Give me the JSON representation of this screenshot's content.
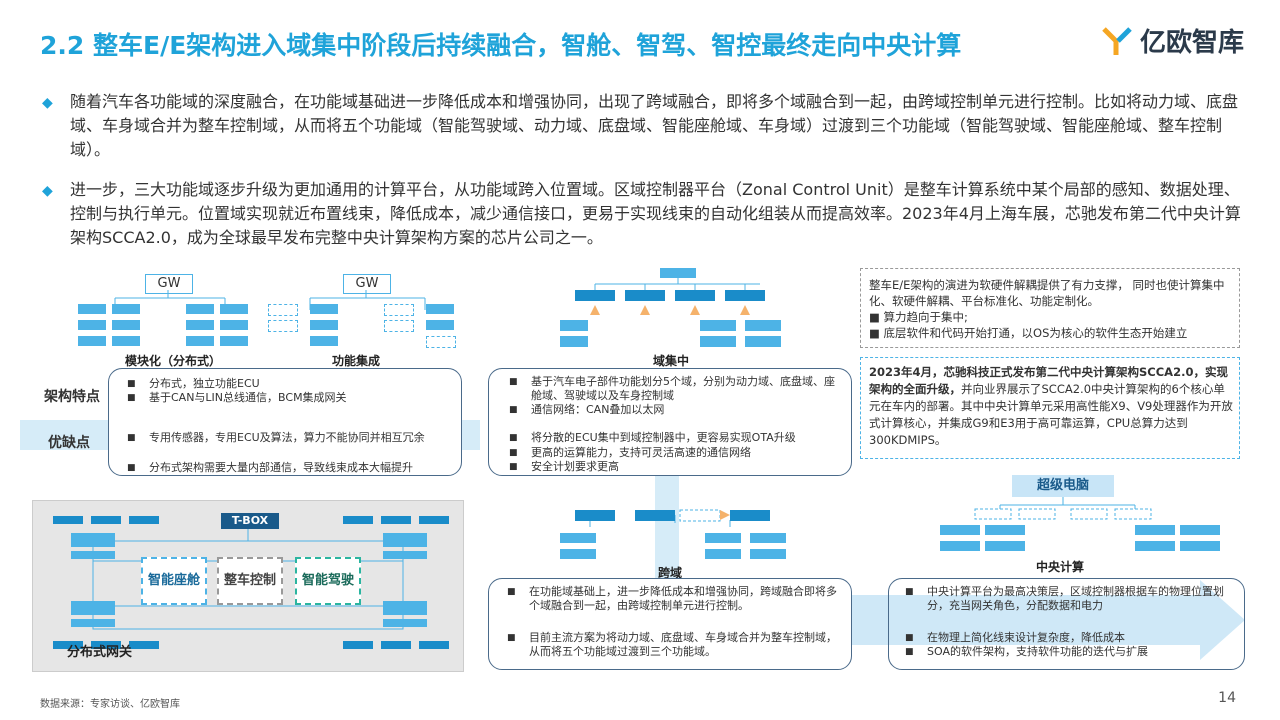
{
  "title": "2.2 整车E/E架构进入域集中阶段后持续融合，智舱、智驾、智控最终走向中央计算",
  "logo_text": "亿欧智库",
  "bullets": [
    "随着汽车各功能域的深度融合，在功能域基础进一步降低成本和增强协同，出现了跨域融合，即将多个域融合到一起，由跨域控制单元进行控制。比如将动力域、底盘域、车身域合并为整车控制域，从而将五个功能域（智能驾驶域、动力域、底盘域、智能座舱域、车身域）过渡到三个功能域（智能驾驶域、智能座舱域、整车控制域）。",
    "进一步，三大功能域逐步升级为更加通用的计算平台，从功能域跨入位置域。区域控制器平台（Zonal Control Unit）是整车计算系统中某个局部的感知、数据处理、控制与执行单元。位置域实现就近布置线束，降低成本，减少通信接口，更易于实现线束的自动化组装从而提高效率。2023年4月上海车展，芯驰发布第二代中央计算架构SCCA2.0，成为全球最早发布完整中央计算架构方案的芯片公司之一。"
  ],
  "diagram": {
    "gw": "GW",
    "stage_labels": [
      "模块化（分布式）",
      "功能集成",
      "域集中",
      "跨域",
      "中央计算"
    ],
    "side_labels": [
      "架构特点",
      "优缺点"
    ],
    "distributed_features": [
      "分布式，独立功能ECU",
      "基于CAN与LIN总线通信，BCM集成网关"
    ],
    "distributed_pros_cons": [
      "专用传感器，专用ECU及算法，算力不能协同并相互冗余",
      "分布式架构需要大量内部通信，导致线束成本大幅提升"
    ],
    "domain_features": [
      "基于汽车电子部件功能划分5个域，分别为动力域、底盘域、座舱域、驾驶域以及车身控制域",
      "通信网络：CAN叠加以太网"
    ],
    "domain_pros_cons": [
      "将分散的ECU集中到域控制器中，更容易实现OTA升级",
      "更高的运算能力，支持可灵活高速的通信网络",
      "安全计划要求更高"
    ],
    "cross_domain_points": [
      "在功能域基础上，进一步降低成本和增强协同，跨域融合即将多个域融合到一起，由跨域控制单元进行控制。",
      "目前主流方案为将动力域、底盘域、车身域合并为整车控制域，从而将五个功能域过渡到三个功能域。"
    ],
    "central_points": [
      "中央计算平台为最高决策层，区域控制器根据车的物理位置划分，充当网关角色，分配数据和电力",
      "在物理上简化线束设计复杂度，降低成本",
      "SOA的软件架构，支持软件功能的迭代与扩展"
    ],
    "supercomputer": "超级电脑",
    "gateway_panel": {
      "tbox": "T-BOX",
      "chips": [
        "智能座舱",
        "整车控制",
        "智能驾驶"
      ],
      "label": "分布式网关"
    }
  },
  "note_top": {
    "intro": "整车E/E架构的演进为软硬件解耦提供了有力支撑， 同时也使计算集中化、软硬件解耦、平台标准化、功能定制化。",
    "items": [
      "算力趋向于集中;",
      "底层软件和代码开始打通，以OS为核心的软件生态开始建立"
    ]
  },
  "note_bottom": {
    "bold": "2023年4月，芯驰科技正式发布第二代中央计算架构SCCA2.0，实现架构的全面升级，",
    "rest": "并向业界展示了SCCA2.0中央计算架构的6个核心单元在车内的部署。其中中央计算单元采用高性能X9、V9处理器作为开放式计算核心，并集成G9和E3用于高可靠运算，CPU总算力达到300KDMIPS。"
  },
  "footer": "数据来源：专家访谈、亿欧智库",
  "page_number": "14",
  "colors": {
    "accent": "#1fa3d9",
    "box": "#4db3e6",
    "outline": "#4a6a8a"
  }
}
